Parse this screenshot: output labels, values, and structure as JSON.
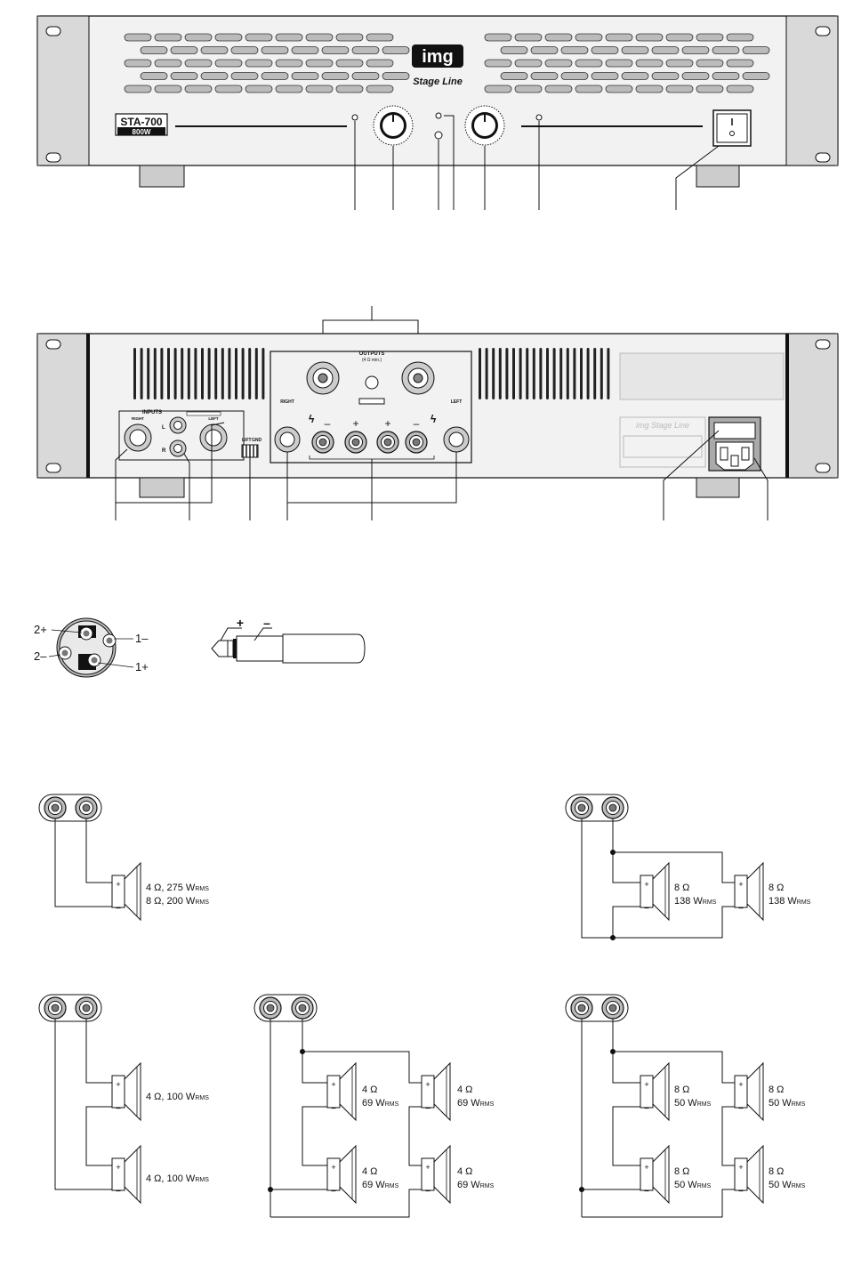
{
  "front_panel": {
    "model": "STA-700",
    "power": "800W",
    "brand": "img",
    "brand_sub": "Stage Line"
  },
  "rear_panel": {
    "outputs_title": "OUTPUTS",
    "outputs_sub": "(4 Ω min.)",
    "inputs_title": "INPUTS",
    "right": "RIGHT",
    "left": "LEFT",
    "l": "L",
    "r": "R",
    "lift": "LIFT",
    "gnd": "GND",
    "minus": "–",
    "plus": "+",
    "label_brand": "img Stage Line"
  },
  "connectors": {
    "speakon_pins": [
      "2+",
      "2–",
      "1–",
      "1+"
    ],
    "jack_plus": "+",
    "jack_minus": "–"
  },
  "wiring": {
    "plus": "+",
    "minus": "–",
    "single": [
      "4 Ω, 275 W",
      "8 Ω, 200 W"
    ],
    "parallel_two": [
      "8 Ω",
      "138 W",
      "8 Ω",
      "138 W"
    ],
    "series_two": [
      "4 Ω, 100 W",
      "4 Ω, 100 W"
    ],
    "series_parallel_4ohm": [
      "4 Ω",
      "69 W",
      "4 Ω",
      "69 W",
      "4 Ω",
      "69 W",
      "4 Ω",
      "69 W"
    ],
    "series_parallel_8ohm": [
      "8 Ω",
      "50 W",
      "8 Ω",
      "50 W",
      "8 Ω",
      "50 W",
      "8 Ω",
      "50 W"
    ],
    "rms_sub": "RMS"
  }
}
